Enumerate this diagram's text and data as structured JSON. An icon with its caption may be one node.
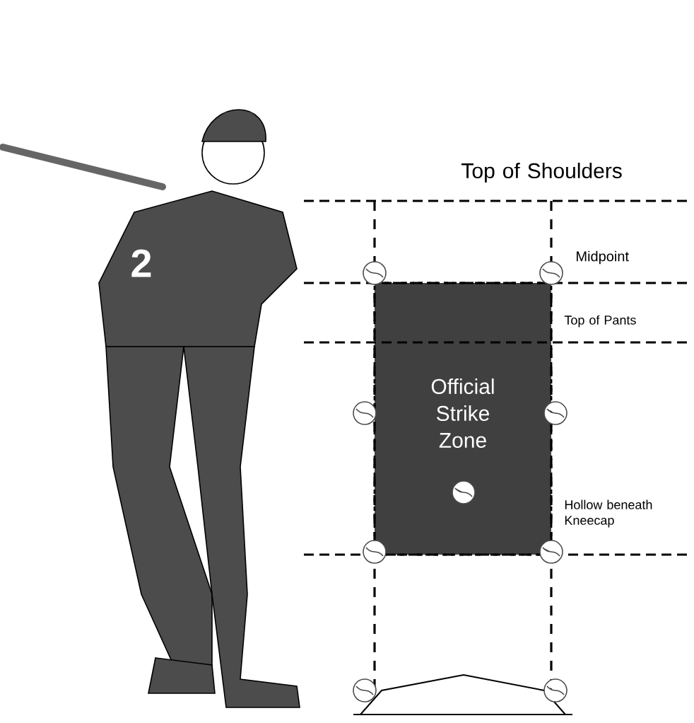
{
  "diagram": {
    "nodes": [
      {
        "text": [
          "Official Strike Zone"
        ]
      }
    ],
    "edges": [],
    "labels": [
      "Top of Shoulders",
      "2",
      "Midpoint",
      "Top of Pants",
      "Hollow beneath Kneecap"
    ]
  }
}
